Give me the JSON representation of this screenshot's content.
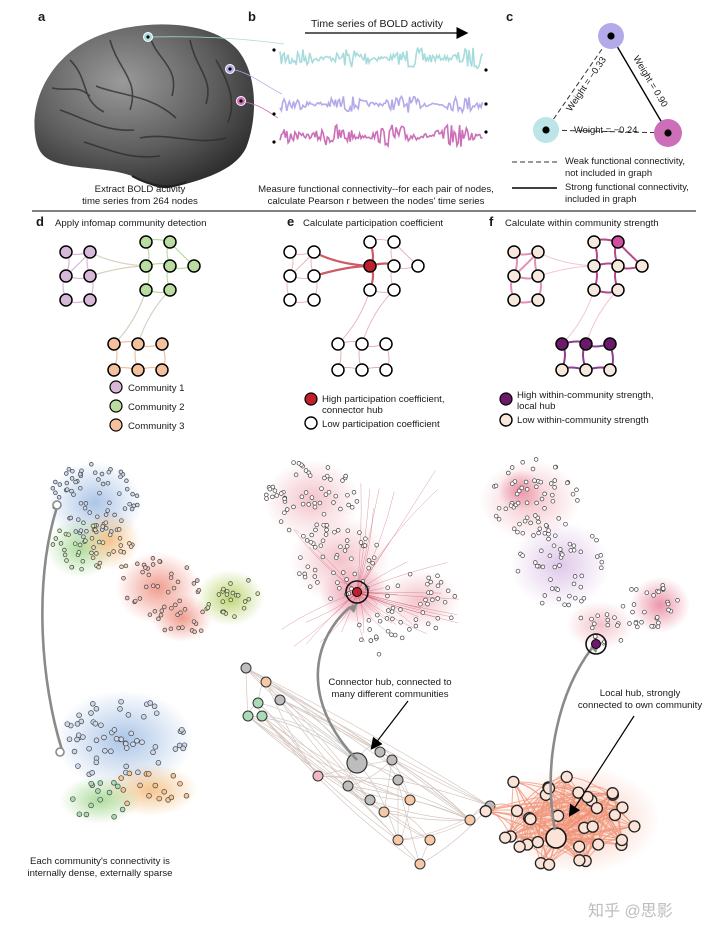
{
  "panels": {
    "a": {
      "label": "a",
      "caption": [
        "Extract BOLD activity",
        "time series from 264 nodes"
      ]
    },
    "b": {
      "label": "b",
      "title": "Time series of BOLD activity",
      "caption": [
        "Measure functional connectivity--for each pair of nodes,",
        "calculate Pearson r between the nodes' time series"
      ]
    },
    "c": {
      "label": "c",
      "weights": {
        "left": "Weight = −0.33",
        "right": "Weight = 0.90",
        "bottom": "Weight = −0.24"
      },
      "legend_weak": [
        "Weak functional connectivity,",
        "not included in graph"
      ],
      "legend_strong": [
        "Strong functional connectivity,",
        "included in graph"
      ]
    },
    "d": {
      "label": "d",
      "title": "Apply infomap community detection",
      "legend": [
        "Community 1",
        "Community 2",
        "Community 3"
      ],
      "caption": [
        "Each community's connectivity is",
        "internally dense, externally sparse"
      ]
    },
    "e": {
      "label": "e",
      "title": "Calculate participation coefficient",
      "legend_high": [
        "High participation coefficient,",
        "connector hub"
      ],
      "legend_low": "Low participation coefficient",
      "annotation": [
        "Connector hub, connected to",
        "many different communities"
      ]
    },
    "f": {
      "label": "f",
      "title": "Calculate within community strength",
      "legend_high": [
        "High within-community strength,",
        "local hub"
      ],
      "legend_low": "Low within-community strength",
      "annotation": [
        "Local hub, strongly",
        "connected to own community"
      ]
    }
  },
  "watermark": "知乎 @思影",
  "colors": {
    "c1": "#d8b8d8",
    "c2": "#b9dca0",
    "c3": "#f5c09c",
    "cyan": "#a7dcdd",
    "purple": "#b3aaea",
    "magenta": "#cc6fb8",
    "red": "#c0202c",
    "darkpurple": "#6b1a6b",
    "salmon": "#f08e72"
  }
}
